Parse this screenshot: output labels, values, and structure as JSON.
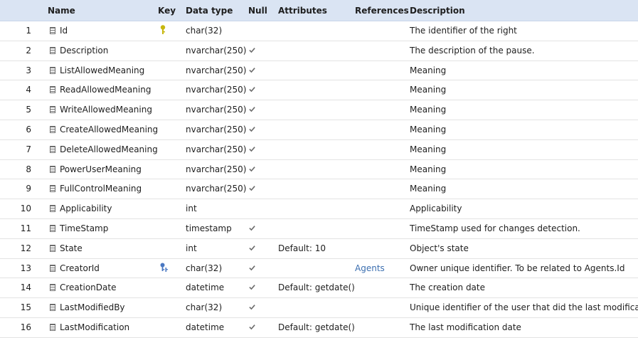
{
  "columns": {
    "name": "Name",
    "key": "Key",
    "data_type": "Data type",
    "null": "Null",
    "attributes": "Attributes",
    "references": "References",
    "description": "Description"
  },
  "icons": {
    "column": "column-icon",
    "primary_key": "primary-key-icon",
    "foreign_key": "foreign-key-icon",
    "nullable_check": "check-icon"
  },
  "colors": {
    "header_bg": "#dae4f3",
    "primary_key": "#c7b70e",
    "foreign_key": "#4a78c2",
    "reference_link": "#3c6fb0",
    "check": "#6b6b6b"
  },
  "rows": [
    {
      "num": "1",
      "name": "Id",
      "key": "pk",
      "type": "char(32)",
      "null": false,
      "attr": "",
      "ref": "",
      "desc": "The identifier of the right"
    },
    {
      "num": "2",
      "name": "Description",
      "key": "",
      "type": "nvarchar(250)",
      "null": true,
      "attr": "",
      "ref": "",
      "desc": "The description of the pause."
    },
    {
      "num": "3",
      "name": "ListAllowedMeaning",
      "key": "",
      "type": "nvarchar(250)",
      "null": true,
      "attr": "",
      "ref": "",
      "desc": "Meaning"
    },
    {
      "num": "4",
      "name": "ReadAllowedMeaning",
      "key": "",
      "type": "nvarchar(250)",
      "null": true,
      "attr": "",
      "ref": "",
      "desc": "Meaning"
    },
    {
      "num": "5",
      "name": "WriteAllowedMeaning",
      "key": "",
      "type": "nvarchar(250)",
      "null": true,
      "attr": "",
      "ref": "",
      "desc": "Meaning"
    },
    {
      "num": "6",
      "name": "CreateAllowedMeaning",
      "key": "",
      "type": "nvarchar(250)",
      "null": true,
      "attr": "",
      "ref": "",
      "desc": "Meaning"
    },
    {
      "num": "7",
      "name": "DeleteAllowedMeaning",
      "key": "",
      "type": "nvarchar(250)",
      "null": true,
      "attr": "",
      "ref": "",
      "desc": "Meaning"
    },
    {
      "num": "8",
      "name": "PowerUserMeaning",
      "key": "",
      "type": "nvarchar(250)",
      "null": true,
      "attr": "",
      "ref": "",
      "desc": "Meaning"
    },
    {
      "num": "9",
      "name": "FullControlMeaning",
      "key": "",
      "type": "nvarchar(250)",
      "null": true,
      "attr": "",
      "ref": "",
      "desc": "Meaning"
    },
    {
      "num": "10",
      "name": "Applicability",
      "key": "",
      "type": "int",
      "null": false,
      "attr": "",
      "ref": "",
      "desc": "Applicability"
    },
    {
      "num": "11",
      "name": "TimeStamp",
      "key": "",
      "type": "timestamp",
      "null": true,
      "attr": "",
      "ref": "",
      "desc": "TimeStamp used for changes detection."
    },
    {
      "num": "12",
      "name": "State",
      "key": "",
      "type": "int",
      "null": true,
      "attr": "Default: 10",
      "ref": "",
      "desc": "Object's state"
    },
    {
      "num": "13",
      "name": "CreatorId",
      "key": "fk",
      "type": "char(32)",
      "null": true,
      "attr": "",
      "ref": "Agents",
      "desc": "Owner unique identifier. To be related to Agents.Id"
    },
    {
      "num": "14",
      "name": "CreationDate",
      "key": "",
      "type": "datetime",
      "null": true,
      "attr": "Default: getdate()",
      "ref": "",
      "desc": "The creation date"
    },
    {
      "num": "15",
      "name": "LastModifiedBy",
      "key": "",
      "type": "char(32)",
      "null": true,
      "attr": "",
      "ref": "",
      "desc": "Unique identifier of the user that did the last modifications"
    },
    {
      "num": "16",
      "name": "LastModification",
      "key": "",
      "type": "datetime",
      "null": true,
      "attr": "Default: getdate()",
      "ref": "",
      "desc": "The last modification date"
    }
  ]
}
